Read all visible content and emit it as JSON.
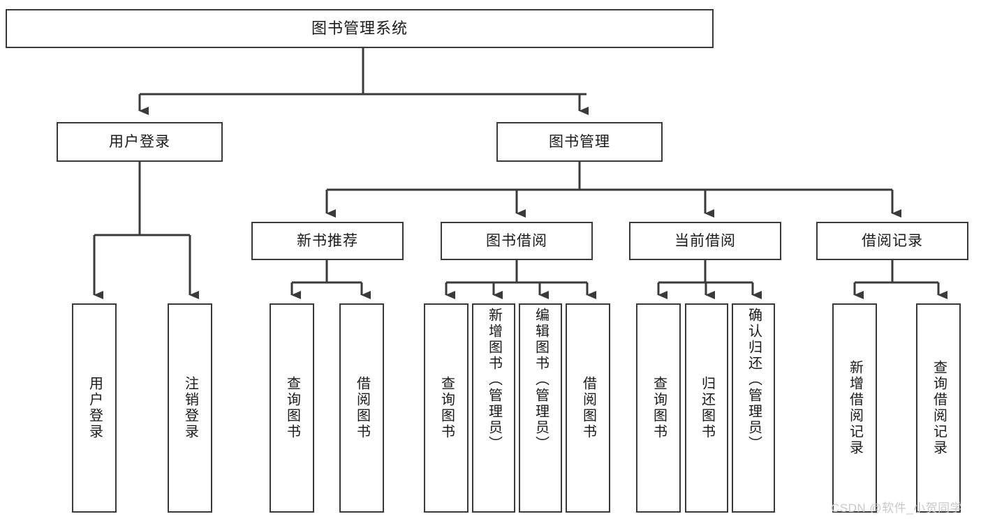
{
  "diagram": {
    "title": "图书管理系统",
    "type": "tree-hierarchy-chart",
    "root": {
      "id": "root",
      "label": "图书管理系统"
    },
    "level1": [
      {
        "id": "user-login",
        "label": "用户登录"
      },
      {
        "id": "book-manage",
        "label": "图书管理"
      }
    ],
    "level2": [
      {
        "id": "new-book-rec",
        "label": "新书推荐"
      },
      {
        "id": "book-borrow",
        "label": "图书借阅"
      },
      {
        "id": "current-borrow",
        "label": "当前借阅"
      },
      {
        "id": "borrow-record",
        "label": "借阅记录"
      }
    ],
    "leaves": {
      "user_login": [
        {
          "id": "leaf-user-login",
          "label": "用户登录",
          "align": "center"
        },
        {
          "id": "leaf-logout",
          "label": "注销登录",
          "align": "center"
        }
      ],
      "new_book_rec": [
        {
          "id": "leaf-query-book-1",
          "label": "查询图书",
          "align": "center"
        },
        {
          "id": "leaf-borrow-book-1",
          "label": "借阅图书",
          "align": "center"
        }
      ],
      "book_borrow": [
        {
          "id": "leaf-query-book-2",
          "label": "查询图书",
          "align": "center"
        },
        {
          "id": "leaf-add-book",
          "label": "新增图书（管理员）",
          "align": "top"
        },
        {
          "id": "leaf-edit-book",
          "label": "编辑图书（管理员）",
          "align": "top"
        },
        {
          "id": "leaf-borrow-book-2",
          "label": "借阅图书",
          "align": "center"
        }
      ],
      "current_borrow": [
        {
          "id": "leaf-query-book-3",
          "label": "查询图书",
          "align": "center"
        },
        {
          "id": "leaf-return-book",
          "label": "归还图书",
          "align": "center"
        },
        {
          "id": "leaf-confirm-return",
          "label": "确认归还（管理员）",
          "align": "top"
        }
      ],
      "borrow_record": [
        {
          "id": "leaf-add-record",
          "label": "新增借阅记录",
          "align": "center"
        },
        {
          "id": "leaf-query-record",
          "label": "查询借阅记录",
          "align": "center"
        }
      ]
    }
  },
  "watermark": {
    "text": "CSDN @软件_小贺同学"
  },
  "colors": {
    "stroke": "#3a3a3a",
    "text": "#1a1a1a",
    "background": "#ffffff",
    "watermark": "#c9c9c9"
  }
}
